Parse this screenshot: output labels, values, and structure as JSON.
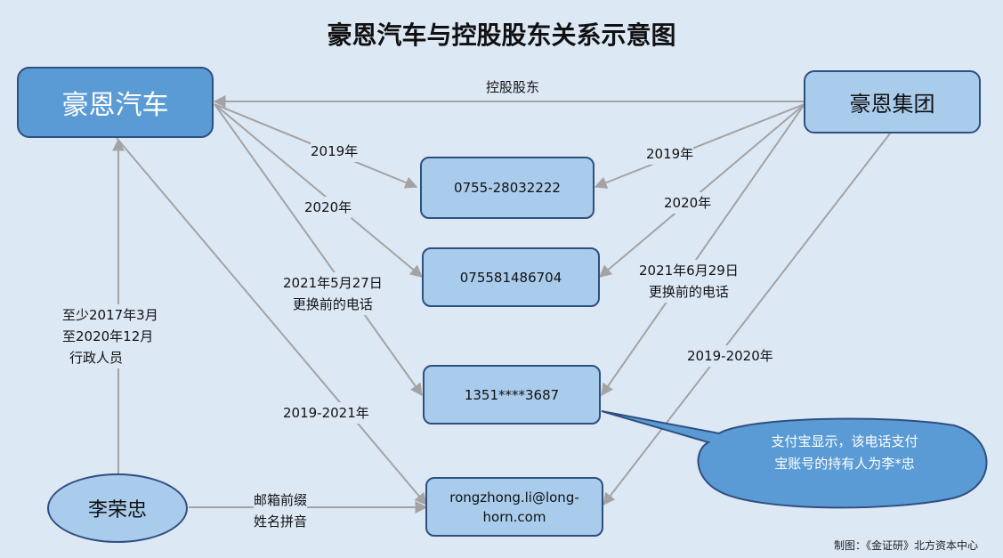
{
  "title": "豪恩汽车与控股股东关系示意图",
  "entities": {
    "haoen_auto": "豪恩汽车",
    "haoen_group": "豪恩集团",
    "person": "李荣忠"
  },
  "nodes": {
    "phone1": "0755-28032222",
    "phone2": "075581486704",
    "mobile": "1351****3687",
    "email_line1": "rongzhong.li@long-",
    "email_line2": "horn.com"
  },
  "labels": {
    "holding": "控股股东",
    "left_2019": "2019年",
    "left_2020": "2020年",
    "left_2021_line1": "2021年5月27日",
    "left_2021_line2": "更换前的电话",
    "right_2019": "2019年",
    "right_2020": "2020年",
    "right_2021_line1": "2021年6月29日",
    "right_2021_line2": "更换前的电话",
    "right_2019_2020": "2019-2020年",
    "left_2019_2021": "2019-2021年",
    "staff_line1": "至少2017年3月",
    "staff_line2": "至2020年12月",
    "staff_line3": "行政人员",
    "email_prefix_line1": "邮箱前缀",
    "email_prefix_line2": "姓名拼音"
  },
  "callout": {
    "line1": "支付宝显示，该电话支付",
    "line2": "宝账号的持有人为李*忠"
  },
  "footer": "制图：《金证研》北方资本中心",
  "colors": {
    "background": "#dde8f5",
    "primary_box": "#5b9bd5",
    "secondary_box": "#a9cbec",
    "border": "#2f4f7f",
    "arrow": "#a3a3a3"
  }
}
